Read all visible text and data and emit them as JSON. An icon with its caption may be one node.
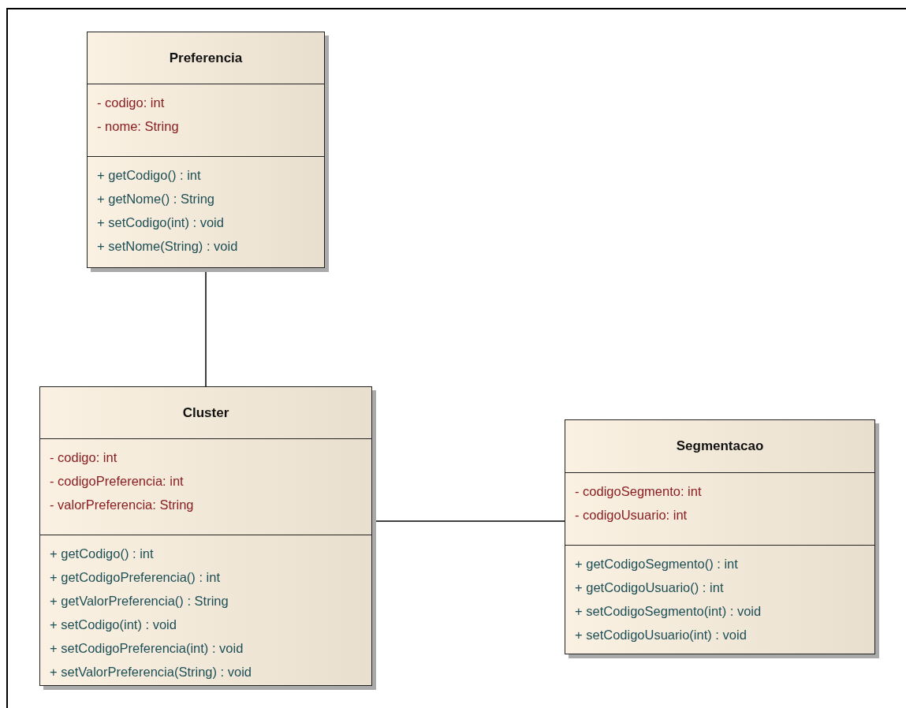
{
  "diagram": {
    "nodes": [
      {
        "text": [
          "Preferencia"
        ]
      },
      {
        "text": [
          "- codigo: int",
          "- nome: String"
        ],
        "in": 0
      },
      {
        "text": [
          "+ getCodigo() : int",
          "+ getNome() : String",
          "+ setCodigo(int) : void",
          "+ setNome(String) : void"
        ],
        "in": 0
      },
      {
        "text": [
          "Cluster"
        ]
      },
      {
        "text": [
          "- codigo: int",
          "- codigoPreferencia: int",
          "- valorPreferencia: String"
        ],
        "in": 3
      },
      {
        "text": [
          "+ getCodigo() : int",
          "+ getCodigoPreferencia() : int",
          "+ getValorPreferencia() : String",
          "+ setCodigo(int) : void",
          "+ setCodigoPreferencia(int) : void",
          "+ setValorPreferencia(String) : void"
        ],
        "in": 3
      },
      {
        "text": [
          "Segmentacao"
        ]
      },
      {
        "text": [
          "- codigoSegmento: int",
          "- codigoUsuario: int"
        ],
        "in": 6
      },
      {
        "text": [
          "+ getCodigoSegmento() : int",
          "+ getCodigoUsuario() : int",
          "+ setCodigoSegmento(int) : void",
          "+ setCodigoUsuario(int) : void"
        ],
        "in": 6
      }
    ],
    "edges": [
      {
        "from": 0,
        "to": 3,
        "arrow": "none"
      },
      {
        "from": 3,
        "to": 6,
        "arrow": "none"
      }
    ]
  }
}
